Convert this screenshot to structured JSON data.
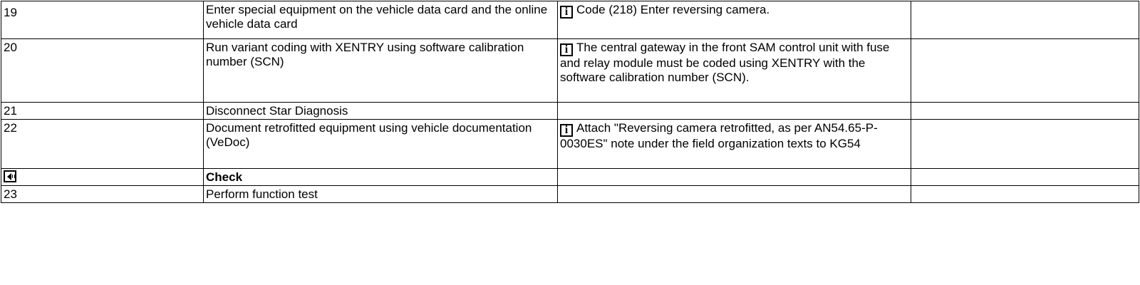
{
  "rows": [
    {
      "step": "19",
      "action": "Enter special equipment on the vehicle data card and the online vehicle data card",
      "note": "Code (218) Enter reversing camera.",
      "note_icon": "info-icon"
    },
    {
      "step": "20",
      "action": "Run variant coding with XENTRY using software calibration number (SCN)",
      "note": "The central gateway in the front SAM control unit with fuse and relay module must be coded using XENTRY with the software calibration number (SCN).",
      "note_icon": "info-icon"
    },
    {
      "step": "21",
      "action": "Disconnect Star Diagnosis",
      "note": ""
    },
    {
      "step": "22",
      "action": "Document retrofitted equipment using vehicle documentation (VeDoc)",
      "note": "Attach \"Reversing camera retrofitted, as per AN54.65-P-0030ES\" note under the field organization texts to KG54",
      "note_icon": "info-icon"
    },
    {
      "step_icon": "check-icon",
      "action": "Check",
      "action_bold": true,
      "note": ""
    },
    {
      "step": "23",
      "action": "Perform function test",
      "note": ""
    }
  ],
  "info_glyph": "i"
}
